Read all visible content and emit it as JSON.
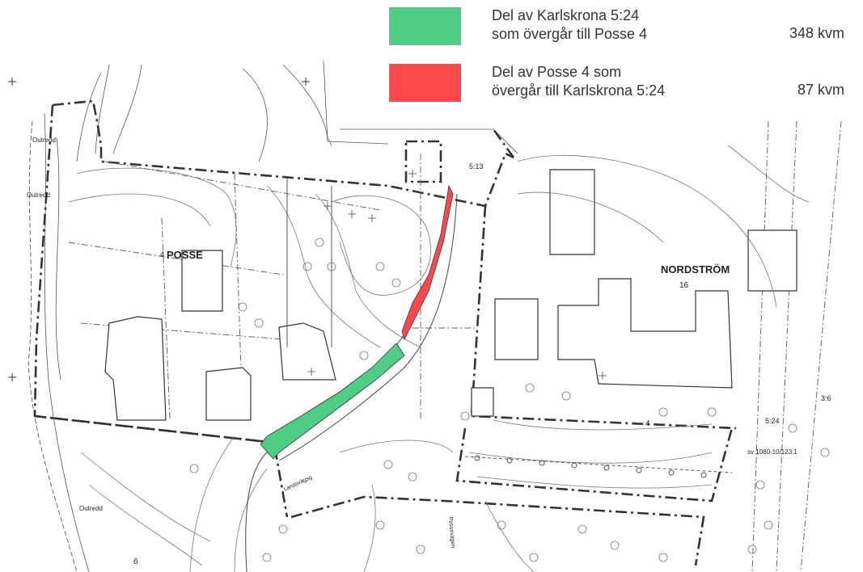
{
  "legend": [
    {
      "color": "#4fcd86",
      "line1": "Del av Karlskrona 5:24",
      "line2": "som övergår till Posse 4",
      "area": "348 kvm"
    },
    {
      "color": "#ff4a4d",
      "line1": "Del av Posse 4 som",
      "line2": "övergår till Karlskrona 5:24",
      "area": "87 kvm"
    }
  ],
  "map_labels": {
    "posse_number": "4",
    "posse": "POSSE",
    "nordstrom": "NORDSTRÖM",
    "nordstrom_number": "16",
    "parcel_513": "5:13",
    "parcel_524": "5:24",
    "parcel_36": "3:6",
    "survey_ref": "sv 1080-10/123.1",
    "outredd_1": "Outredd",
    "outredd_2": "Outredd",
    "outredd_3": "Outredd",
    "street": "Landsvägsg",
    "street2": "Possevägen",
    "parcel_6": "6",
    "contour_4": "4"
  }
}
